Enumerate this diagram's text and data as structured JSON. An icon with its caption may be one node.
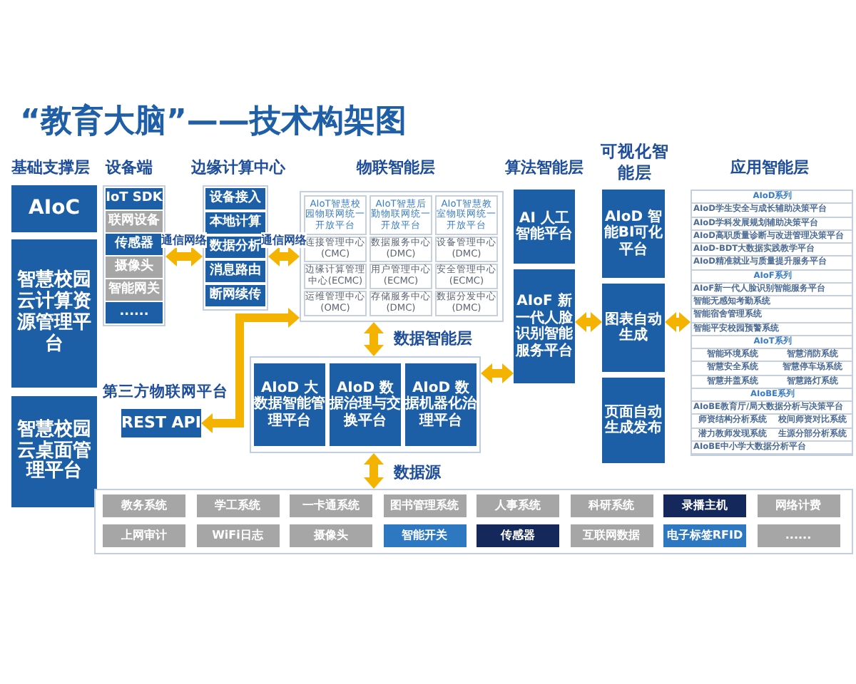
{
  "diagram": {
    "title": "“教育大脑”——技术构架图",
    "nodes": [
      {
        "text": [
          "AIoC"
        ]
      },
      {
        "text": [
          "智慧校园云计算资源管理平台"
        ]
      },
      {
        "text": [
          "智慧校园云桌面管理平台"
        ]
      },
      {
        "text": [],
        "shape": "box"
      },
      {
        "text": [
          "IoT SDK"
        ],
        "in": 3
      },
      {
        "text": [
          "联网设备"
        ],
        "in": 3
      },
      {
        "text": [
          "传感器"
        ],
        "in": 3
      },
      {
        "text": [
          "摄像头"
        ],
        "in": 3
      },
      {
        "text": [
          "智能网关"
        ],
        "in": 3
      },
      {
        "text": [
          "......"
        ],
        "in": 3
      },
      {
        "text": [],
        "shape": "box"
      },
      {
        "text": [
          "设备接入"
        ],
        "in": 10
      },
      {
        "text": [
          "本地计算"
        ],
        "in": 10
      },
      {
        "text": [
          "数据分析"
        ],
        "in": 10
      },
      {
        "text": [
          "消息路由"
        ],
        "in": 10
      },
      {
        "text": [
          "断网续传"
        ],
        "in": 10
      },
      {
        "text": [],
        "shape": "box"
      },
      {
        "text": [
          "AIoT智慧校园物联网统一开放平台"
        ],
        "in": 16
      },
      {
        "text": [
          "连接管理中心(CMC)"
        ],
        "in": 16
      },
      {
        "text": [
          "边缘计算管理中心(ECMC)"
        ],
        "in": 16
      },
      {
        "text": [
          "运维管理中心(OMC)"
        ],
        "in": 16
      },
      {
        "text": [
          "AIoT智慧后勤物联网统一开放平台"
        ],
        "in": 16
      },
      {
        "text": [
          "数据服务中心(DMC)"
        ],
        "in": 16
      },
      {
        "text": [
          "用户管理中心(ECMC)"
        ],
        "in": 16
      },
      {
        "text": [
          "存储服务中心(DMC)"
        ],
        "in": 16
      },
      {
        "text": [
          "AIoT智慧教室物联网统一开放平台"
        ],
        "in": 16
      },
      {
        "text": [
          "设备管理中心(DMC)"
        ],
        "in": 16
      },
      {
        "text": [
          "安全管理中心(ECMC)"
        ],
        "in": 16
      },
      {
        "text": [
          "数据分发中心(DMC)"
        ],
        "in": 16
      },
      {
        "text": [],
        "shape": "box"
      },
      {
        "text": [
          "AIoD 大数据智能管理平台"
        ],
        "in": 29
      },
      {
        "text": [
          "AIoD 数据治理与交换平台"
        ],
        "in": 29
      },
      {
        "text": [
          "AIoD 数据机器化治理平台"
        ],
        "in": 29
      },
      {
        "text": [
          "REST API"
        ]
      },
      {
        "text": [
          "AI 人工智能平台"
        ]
      },
      {
        "text": [
          "AIoF 新一代人脸识别智能服务平台"
        ]
      },
      {
        "text": [
          "AIoD 智能BI可化平台"
        ]
      },
      {
        "text": [
          "图表自动生成"
        ]
      },
      {
        "text": [
          "页面自动生成发布"
        ]
      },
      {
        "text": [
          "AIoD系列",
          "AIoD学生安全与成长辅助决策平台",
          "AIoD学科发展规划辅助决策平台",
          "AIoD高职质量诊断与改进管理决策平台",
          "AIoD-BDT大数据实践教学平台",
          "AIoD精准就业与质量提升服务平台",
          "AIoF系列",
          "AIoF新一代人脸识别智能服务平台",
          "智能无感知考勤系统",
          "智能宿舍管理系统",
          "智能平安校园预警系统",
          "AIoT系列",
          "智能环境系统",
          "智慧消防系统",
          "智慧安全系统",
          "智慧停车场系统",
          "智慧井盖系统",
          "智慧路灯系统",
          "AIoBE系列",
          "AIoBE教育厅/局大数据分析与决策平台",
          "师资结构分析系统",
          "校间师资对比系统",
          "潜力教师发现系统",
          "生源分部分析系统",
          "AIoBE中小学大数据分析平台"
        ]
      },
      {
        "text": [],
        "shape": "box"
      },
      {
        "text": [
          "教务系统"
        ],
        "in": 40
      },
      {
        "text": [
          "学工系统"
        ],
        "in": 40
      },
      {
        "text": [
          "一卡通系统"
        ],
        "in": 40
      },
      {
        "text": [
          "图书管理系统"
        ],
        "in": 40
      },
      {
        "text": [
          "人事系统"
        ],
        "in": 40
      },
      {
        "text": [
          "科研系统"
        ],
        "in": 40
      },
      {
        "text": [
          "录播主机"
        ],
        "in": 40
      },
      {
        "text": [
          "网络计费"
        ],
        "in": 40
      },
      {
        "text": [
          "上网审计"
        ],
        "in": 40
      },
      {
        "text": [
          "WiFi日志"
        ],
        "in": 40
      },
      {
        "text": [
          "摄像头"
        ],
        "in": 40
      },
      {
        "text": [
          "智能开关"
        ],
        "in": 40
      },
      {
        "text": [
          "传感器"
        ],
        "in": 40
      },
      {
        "text": [
          "互联网数据"
        ],
        "in": 40
      },
      {
        "text": [
          "电子标签RFID"
        ],
        "in": 40
      },
      {
        "text": [
          "......"
        ],
        "in": 40
      }
    ],
    "edges": [
      {
        "from": 3,
        "to": 10,
        "arrow": "both",
        "label": "通信网络"
      },
      {
        "from": 10,
        "to": 16,
        "arrow": "both",
        "label": "通信网络"
      },
      {
        "from": 16,
        "to": 33,
        "arrow": "both"
      },
      {
        "from": 16,
        "to": 29,
        "arrow": "both"
      },
      {
        "from": 29,
        "to": 40,
        "arrow": "both"
      },
      {
        "from": 29,
        "to": 35,
        "arrow": "both"
      },
      {
        "from": 35,
        "to": 37,
        "arrow": "both"
      },
      {
        "from": 37,
        "to": 39,
        "arrow": "both"
      }
    ],
    "labels": [
      "基础支撑层",
      "设备端",
      "边缘计算中心",
      "物联智能层",
      "算法智能层",
      "可视化智能层",
      "应用智能层",
      "第三方物联网平台",
      "数据智能层",
      "数据源"
    ]
  }
}
